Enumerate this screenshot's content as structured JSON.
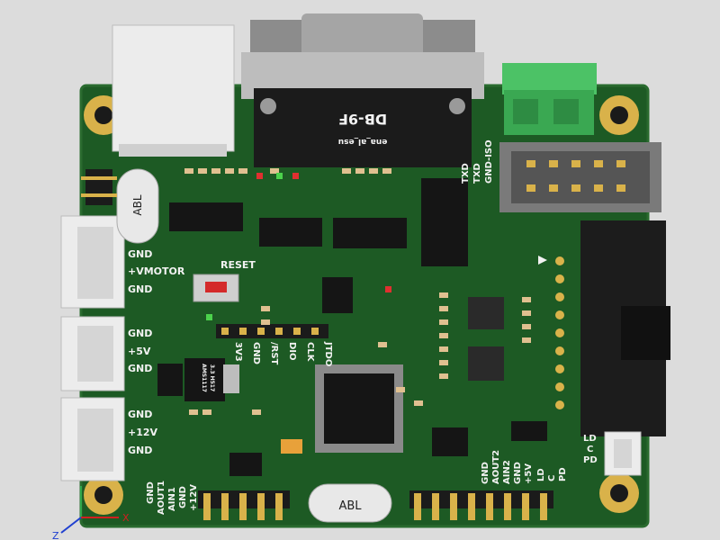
{
  "colors": {
    "background": "#dcdcdc",
    "pcb": "#1d5a24",
    "pcb_edge": "#2a6b2f",
    "silkscreen": "#f2f2f2",
    "gold": "#d9b24a",
    "chip": "#151515",
    "terminal_green": "#3aa852",
    "connector_white": "#ececec",
    "metal": "#9a9a9a"
  },
  "board": {
    "connectors": {
      "db9_label": "DB-9F",
      "db9_sublabel": "ena_al_esu"
    },
    "components": {
      "crystal_top_label": "ABL",
      "crystal_bottom_label": "ABL",
      "reset_label": "RESET",
      "regulator_line1": "AMS1117",
      "regulator_line2": "3.3  H517"
    },
    "power_labels": [
      "GND",
      "+VMOTOR",
      "GND",
      "GND",
      "+5V",
      "GND",
      "GND",
      "+12V",
      "GND"
    ],
    "jtag_labels": [
      "3V3",
      "GND",
      "/RST",
      "DIO",
      "CLK",
      "JTDO"
    ],
    "serial_labels": [
      "TXD",
      "TXD",
      "GND-ISO"
    ],
    "bottom_left_labels": [
      "GND",
      "AOUT1",
      "AIN1",
      "GND",
      "+12V"
    ],
    "bottom_right_labels": [
      "GND",
      "AOUT2",
      "AIN2",
      "GND",
      "+5V",
      "LD",
      "C",
      "PD"
    ],
    "right_labels": [
      "LD",
      "C",
      "PD"
    ]
  },
  "axis": {
    "x_label": "X",
    "z_label": "Z"
  }
}
